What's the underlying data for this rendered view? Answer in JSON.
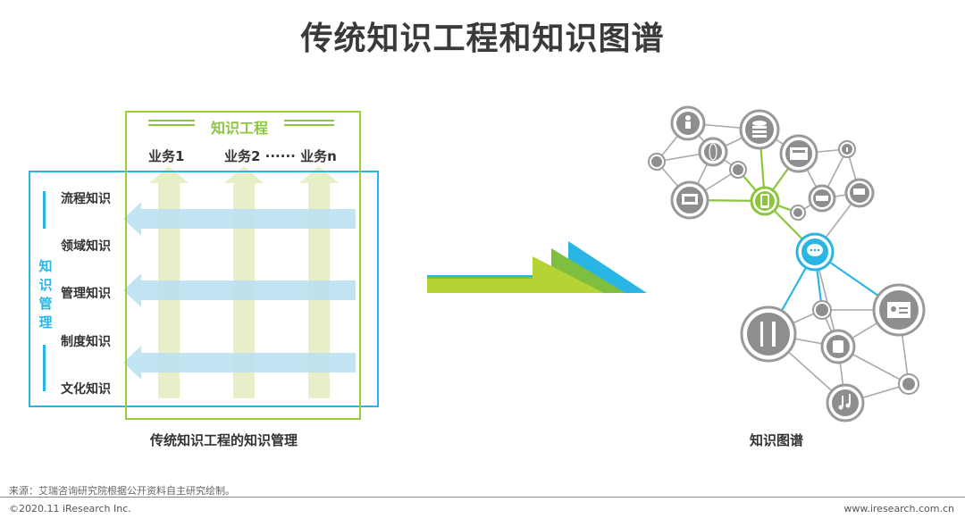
{
  "title": "传统知识工程和知识图谱",
  "left_diagram": {
    "box_title": "知识工程",
    "business_labels": [
      "业务1",
      "业务2 ······ 业务n"
    ],
    "side_title": "知识管理",
    "rows": [
      "流程知识",
      "领域知识",
      "管理知识",
      "制度知识",
      "文化知识"
    ],
    "caption": "传统知识工程的知识管理"
  },
  "right_diagram": {
    "caption": "知识图谱",
    "icons": [
      "person-icon",
      "database-icon",
      "globe-icon",
      "hotel-icon",
      "info-icon",
      "share-icon",
      "gamepad-icon",
      "monitor-icon",
      "smartphone-icon",
      "car-icon",
      "cart-icon",
      "sign-icon",
      "chat-icon",
      "trophy-icon",
      "id-card-icon",
      "fork-knife-icon",
      "watch-icon",
      "music-icon",
      "headphones-icon"
    ]
  },
  "colors": {
    "green": "#8cc63f",
    "blue": "#2ab6e4",
    "gray": "#9a9a9a"
  },
  "source": "来源：艾瑞咨询研究院根据公开资料自主研究绘制。",
  "copyright": "©2020.11 iResearch Inc.",
  "website": "www.iresearch.com.cn"
}
